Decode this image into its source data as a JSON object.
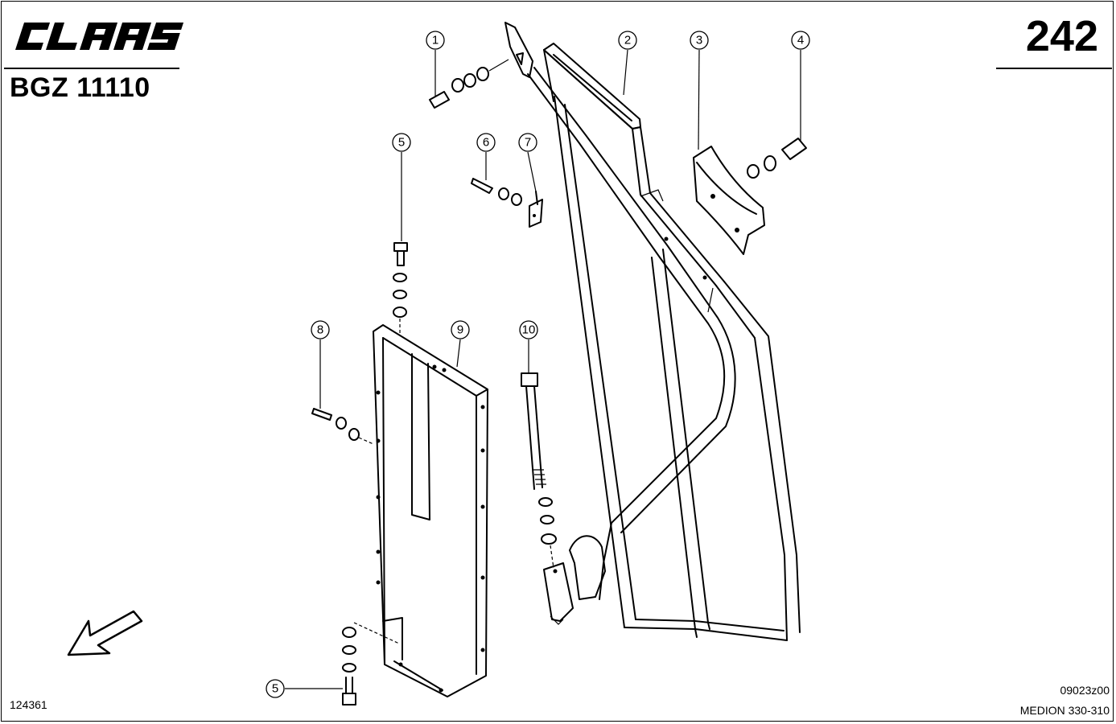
{
  "header": {
    "brand": "CLAAS",
    "assembly_code": "BGZ 11110",
    "page_number": "242"
  },
  "footer": {
    "drawing_id": "124361",
    "reference_code": "09023z00",
    "model": "MEDION 330-310"
  },
  "callouts": [
    "1",
    "2",
    "3",
    "4",
    "5",
    "6",
    "7",
    "8",
    "9",
    "10",
    "5"
  ]
}
